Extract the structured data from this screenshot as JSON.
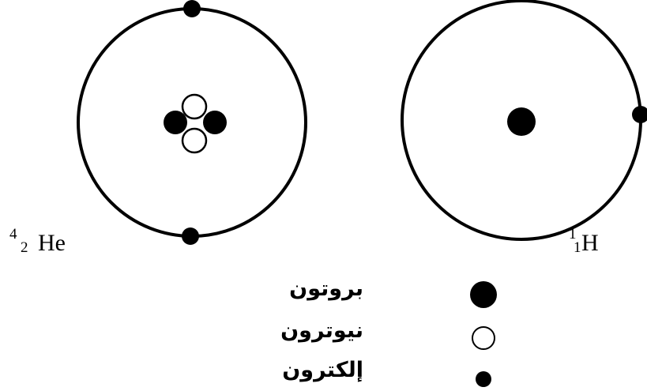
{
  "atoms": {
    "helium": {
      "mass_number": "4",
      "atomic_number": "2",
      "symbol": "He"
    },
    "hydrogen": {
      "mass_number": "1",
      "atomic_number": "1",
      "symbol": "H"
    }
  },
  "legend": {
    "proton": "بروتون",
    "neutron": "نيوترون",
    "electron": "إلكترون"
  }
}
